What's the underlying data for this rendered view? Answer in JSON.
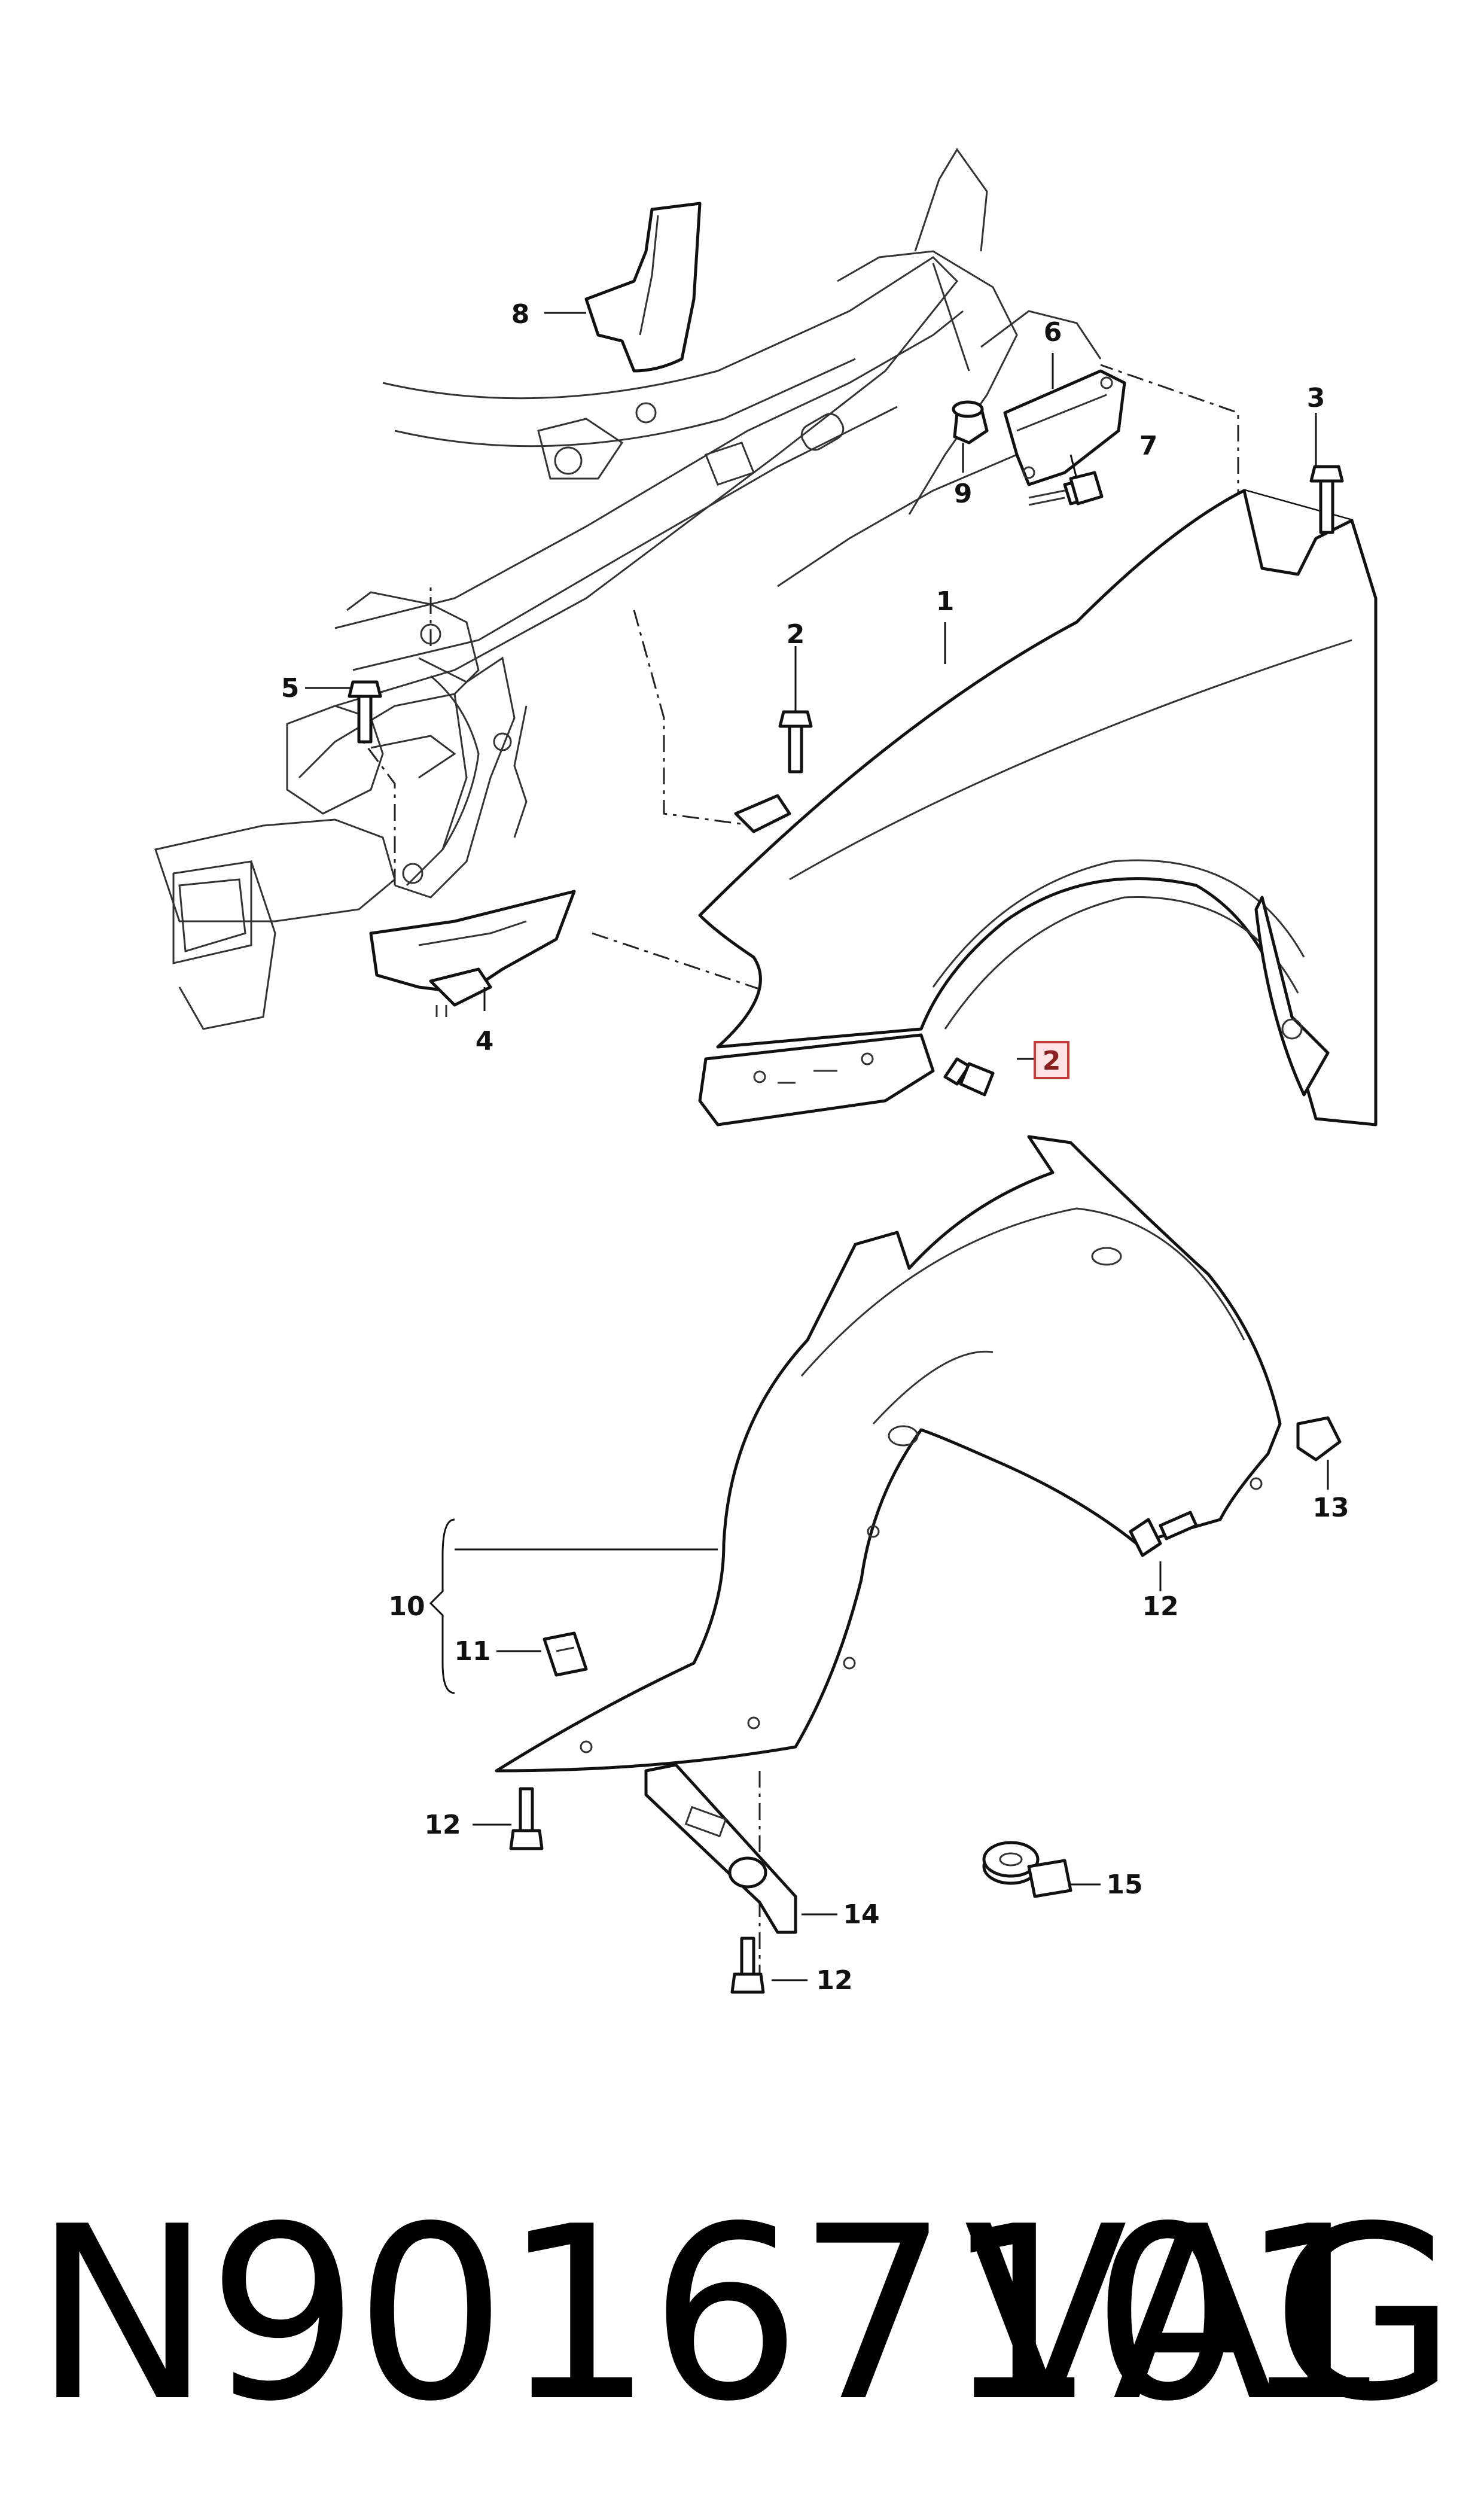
{
  "diagram": {
    "callouts": {
      "c1": "1",
      "c2a": "2",
      "c2b": "2",
      "c3": "3",
      "c4": "4",
      "c5": "5",
      "c6": "6",
      "c7": "7",
      "c8": "8",
      "c9": "9",
      "c10": "10",
      "c11": "11",
      "c12a": "12",
      "c12b": "12",
      "c12c": "12",
      "c13": "13",
      "c14": "14",
      "c15": "15"
    },
    "highlighted_callout": "c2b",
    "highlight_color": "#c23a3a"
  },
  "footer": {
    "part_number": "N90167101",
    "brand": "VAG"
  }
}
